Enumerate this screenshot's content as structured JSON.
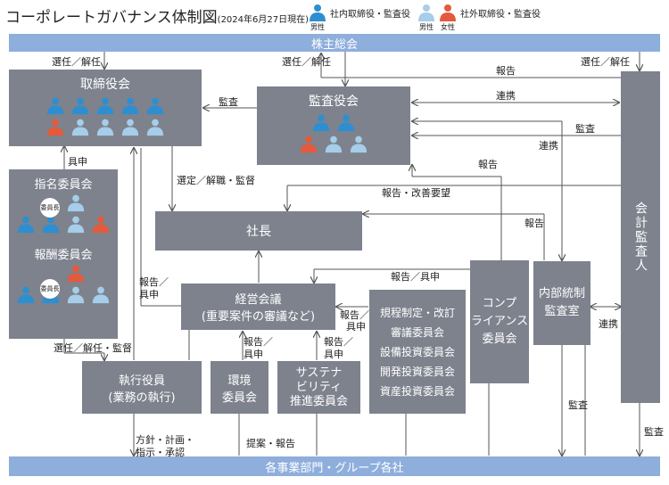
{
  "title": "コーポレートガバナンス体制図",
  "date": "(2024年6月27日現在)",
  "legend": {
    "internal": "社内取締役・監査役",
    "external": "社外取締役・監査役",
    "male": "男性",
    "male2": "男性",
    "female": "女性"
  },
  "colors": {
    "internal": "#2e8fd0",
    "external_male": "#a6cde9",
    "external_female": "#e35a3c",
    "box": "#7d828d",
    "bar": "#8eaedc"
  },
  "boxes": {
    "shareholders": "株主総会",
    "board": "取締役会",
    "audit_board": "監査役会",
    "nomination": "指名委員会",
    "remuneration": "報酬委員会",
    "president": "社長",
    "mgmt_line1": "経営会議",
    "mgmt_line2": "(重要案件の審議など)",
    "officers_line1": "執行役員",
    "officers_line2": "(業務の執行)",
    "env_line1": "環境",
    "env_line2": "委員会",
    "sus_line1": "サステナ",
    "sus_line2": "ビリティ",
    "sus_line3": "推進委員会",
    "rules_1": "規程制定・改訂",
    "rules_2": "審議委員会",
    "rules_3": "設備投資委員会",
    "rules_4": "開発投資委員会",
    "rules_5": "資産投資委員会",
    "comp_1": "コンプ",
    "comp_2": "ライアンス",
    "comp_3": "委員会",
    "internal_audit_1": "内部統制",
    "internal_audit_2": "監査室",
    "accounting_auditor": "会計監査人",
    "divisions": "各事業部門・グループ各社",
    "chair_badge": "委員長",
    "chair_badge2": "委員長"
  },
  "labels": {
    "elect_dismiss_1": "選任／解任",
    "elect_dismiss_2": "選任／解任",
    "elect_dismiss_3": "選任／解任",
    "report_top": "報告",
    "audit_board_to_board": "監査",
    "coop_top": "連携",
    "audit_right": "監査",
    "coop_mid": "連携",
    "report_comp": "報告",
    "report_improve": "報告・改善要望",
    "report_internal": "報告",
    "proposal_1": "具申",
    "select_dismiss_supervise": "選定／解職・監督",
    "report_proposal_left_1": "報告／",
    "report_proposal_left_2": "具申",
    "report_proposal_mid": "報告／具申",
    "report_proposal_rules_1": "報告／",
    "report_proposal_rules_2": "具申",
    "report_proposal_env_1": "報告／",
    "report_proposal_env_2": "具申",
    "report_proposal_sus_1": "報告／",
    "report_proposal_sus_2": "具申",
    "elect_dismiss_supervise": "選任／解任・監督",
    "coop_right": "連携",
    "audit_bottom_1": "監査",
    "audit_bottom_2": "監査",
    "policy_1": "方針・計画・",
    "policy_2": "指示・承認",
    "proposal_report": "提案・報告"
  },
  "members": {
    "board": {
      "row1": [
        "internal",
        "internal",
        "internal",
        "internal",
        "internal"
      ],
      "row2": [
        "external_female",
        "external_male",
        "external_male",
        "external_male",
        "external_male"
      ]
    },
    "audit_board": {
      "row1": [
        "internal",
        "internal"
      ],
      "row2": [
        "external_female",
        "external_male",
        "external_male"
      ]
    },
    "nomination": {
      "row1": [
        "external_male"
      ],
      "row2": [
        "internal",
        "internal",
        "external_male",
        "external_female"
      ]
    },
    "remuneration": {
      "row1": [
        "external_female"
      ],
      "row2": [
        "internal",
        "internal",
        "external_male",
        "external_male"
      ]
    }
  }
}
